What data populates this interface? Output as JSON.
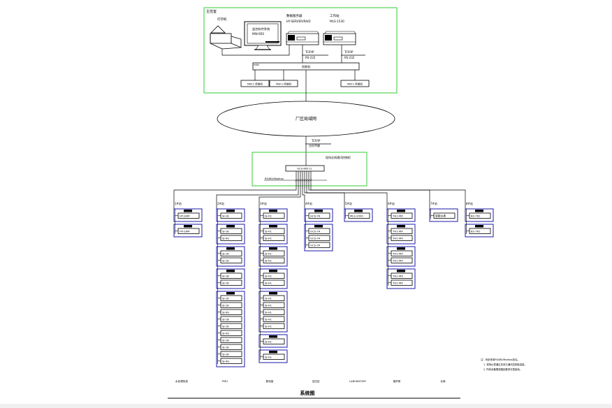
{
  "diagram": {
    "title": "系统图",
    "control_room": {
      "label": "主控室",
      "printer_label": "打印机",
      "monitor_lines": [
        "监控软件系统",
        "MW-850"
      ],
      "server1_lines": [
        "数据服务器",
        "HY-SERVER/RAID"
      ],
      "server2_lines": [
        "工作站",
        "MLS-1530"
      ],
      "server1_link": [
        "TCP/IP",
        "RS-232"
      ],
      "server2_link": [
        "TCP/IP",
        "RS-232"
      ],
      "switch_label": "交换机",
      "switch_tag": "HUB",
      "terminals": [
        "MW-1 终端机",
        "MW-1 终端机",
        "MW-1 终端机"
      ]
    },
    "network_label": "厂区局域网",
    "uplink_label": [
      "TCP/IP",
      "光纤传输"
    ],
    "field_station": {
      "label": "现场总线通讯控制柜",
      "converter_label": "GCS-485-1L",
      "bus_label": "RS485/Modbus"
    },
    "columns": [
      {
        "header": "1#站",
        "groups": [
          {
            "title": "1#",
            "items": [
              "HY-2AM"
            ]
          },
          {
            "title": "2#",
            "items": [
              "HY-2AM"
            ]
          }
        ]
      },
      {
        "header": "2#站",
        "groups": [
          {
            "title": "1#柜",
            "items": [
              "SJ-18"
            ]
          },
          {
            "title": "2#柜",
            "items": [
              "SJ-18",
              "SJ-9G"
            ]
          },
          {
            "title": "3#柜",
            "items": [
              "SJ-18",
              "SJ-18"
            ]
          },
          {
            "title": "4#柜",
            "items": [
              "SJ-1B",
              "SJ-18"
            ]
          },
          {
            "title": "5#柜",
            "items": [
              "SJ-18",
              "SJ-18",
              "SJ-9G",
              "SJ-1B",
              "SJ-18",
              "SJ-9G",
              "SJ-1B",
              "SJ-18",
              "SJ-18",
              "SJ-9G"
            ]
          }
        ]
      },
      {
        "header": "3#站",
        "groups": [
          {
            "title": "1#柜",
            "items": [
              "SJ-H1"
            ]
          },
          {
            "title": "2#柜",
            "items": [
              "SJ-H1",
              "SJ-H1"
            ]
          },
          {
            "title": "3#柜",
            "items": [
              "SJ-H1",
              "SJ-H1"
            ]
          },
          {
            "title": "4#柜",
            "items": [
              "SJ-H1",
              "SJ-H1"
            ]
          },
          {
            "title": "5#柜",
            "items": [
              "SJ-H1",
              "SJ-H1",
              "SJ-H1",
              "SJ-H1",
              "SJ-H1"
            ]
          },
          {
            "title": "6#柜",
            "items": [
              "SJ-H1"
            ]
          },
          {
            "title": "7#柜",
            "items": [
              "SJ-H1"
            ]
          }
        ]
      },
      {
        "header": "4#站",
        "groups": [
          {
            "title": "1#柜",
            "items": [
              "GCS-7A"
            ]
          },
          {
            "title": "2#柜",
            "items": [
              "GCS-7A",
              "GCS-7A",
              "GCS-7A"
            ]
          }
        ]
      },
      {
        "header": "5#站",
        "groups": [
          {
            "title": "1#柜",
            "items": [
              "MLS-2000"
            ]
          }
        ]
      },
      {
        "header": "6#站",
        "groups": [
          {
            "title": "1#柜",
            "items": [
              "TH1-MX"
            ]
          },
          {
            "title": "2#柜",
            "items": [
              "TH1-MX",
              "TH1-MX"
            ]
          },
          {
            "title": "3#柜",
            "items": [
              "TH1-MX",
              "TH1-MX"
            ]
          },
          {
            "title": "4#柜",
            "items": [
              "TH1-MX",
              "TH1-MX"
            ]
          }
        ]
      },
      {
        "header": "7#站",
        "groups": [
          {
            "title": "",
            "items": [
              "智能仪表"
            ]
          }
        ]
      },
      {
        "header": "8#站",
        "groups": [
          {
            "title": "1#",
            "items": [
              "B2-761"
            ]
          },
          {
            "title": "2#",
            "items": [
              "B2-761"
            ]
          }
        ]
      }
    ],
    "footer_labels": [
      "水处理系统",
      "PMU",
      "配电室",
      "空压站",
      "LABORATORY",
      "锅炉房",
      "仓库"
    ],
    "notes": [
      "注：系统采用RS485/Modbus协议。",
      "1. 现场仪表通过总线与通讯控制柜连接。",
      "2. 所有设备需按图纸要求可靠接地。"
    ]
  }
}
